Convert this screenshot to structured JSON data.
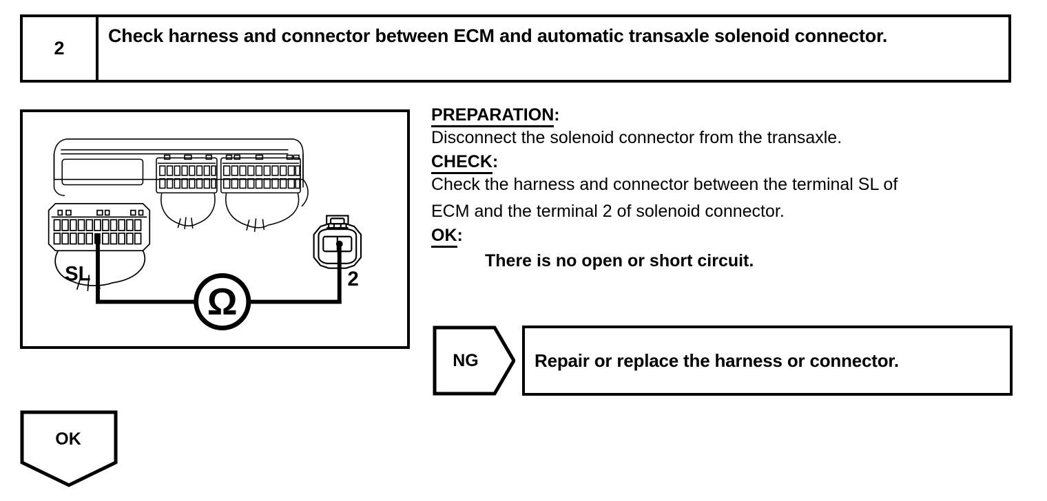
{
  "step": {
    "number": "2",
    "title": "Check harness and connector between ECM and automatic transaxle solenoid connector."
  },
  "instructions": {
    "preparation": {
      "heading": "PREPARATION",
      "heading_colon": ":",
      "body": "Disconnect the solenoid connector from the transaxle."
    },
    "check": {
      "heading": "CHECK",
      "heading_colon": ":",
      "body_line1": "Check the harness and connector between the terminal SL of",
      "body_line2": "ECM and the terminal 2 of solenoid connector."
    },
    "ok": {
      "heading": "OK",
      "heading_colon": ":",
      "body": "There is no open or short circuit."
    }
  },
  "results": {
    "ng": {
      "tag": "NG",
      "action": "Repair or replace the harness or connector."
    },
    "ok": {
      "tag": "OK"
    }
  },
  "illustration": {
    "ecm_terminal_label": "SL",
    "solenoid_terminal_label": "2",
    "meter_symbol": "Ω",
    "meter_name": "ohmmeter",
    "colors": {
      "line": "#000000",
      "background": "#ffffff"
    }
  }
}
